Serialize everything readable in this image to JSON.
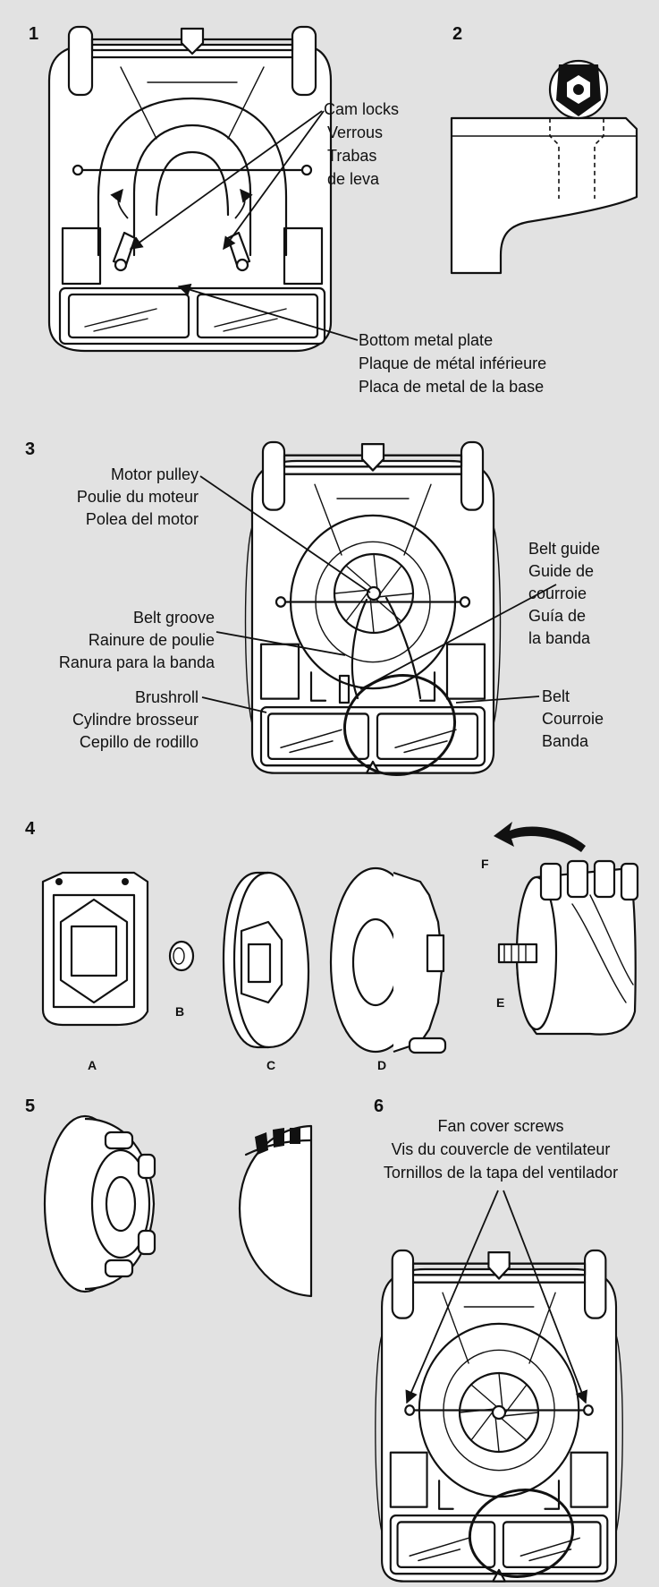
{
  "steps": {
    "s1": {
      "number": "1",
      "cam_locks": [
        "Cam locks",
        "Verrous",
        "Trabas",
        "de leva"
      ],
      "bottom_plate": [
        "Bottom metal plate",
        "Plaque de métal inférieure",
        "Placa de metal de la base"
      ]
    },
    "s2": {
      "number": "2"
    },
    "s3": {
      "number": "3",
      "motor_pulley": [
        "Motor pulley",
        "Poulie du moteur",
        "Polea del motor"
      ],
      "belt_guide": [
        "Belt guide",
        "Guide de",
        "courroie",
        "Guía de",
        "la banda"
      ],
      "belt_groove": [
        "Belt groove",
        "Rainure de poulie",
        "Ranura para la banda"
      ],
      "brushroll": [
        "Brushroll",
        "Cylindre brosseur",
        "Cepillo de rodillo"
      ],
      "belt": [
        "Belt",
        "Courroie",
        "Banda"
      ]
    },
    "s4": {
      "number": "4",
      "parts": {
        "a": "A",
        "b": "B",
        "c": "C",
        "d": "D",
        "e": "E",
        "f": "F"
      }
    },
    "s5": {
      "number": "5"
    },
    "s6": {
      "number": "6",
      "fan_cover_screws": [
        "Fan cover screws",
        "Vis du couvercle de ventilateur",
        "Tornillos de la tapa del ventilador"
      ]
    }
  }
}
